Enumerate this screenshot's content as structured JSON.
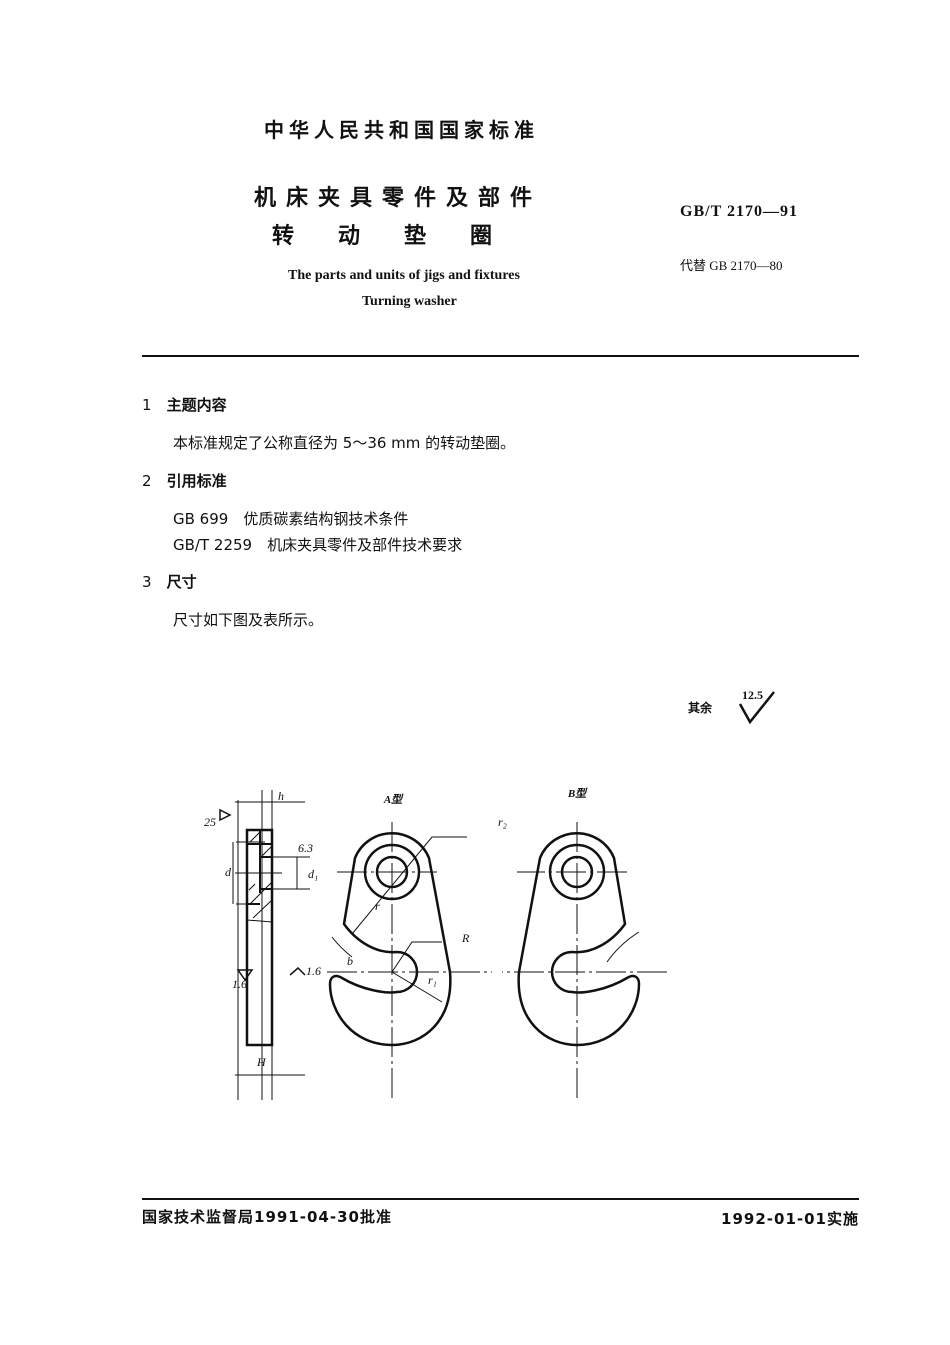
{
  "header": {
    "country_standard": "中华人民共和国国家标准",
    "title_line1": "机床夹具零件及部件",
    "title_line2": "转动垫圈",
    "title_en_line1": "The parts and units of jigs and fixtures",
    "title_en_line2": "Turning washer",
    "standard_no": "GB/T 2170—91",
    "replaces": "代替 GB 2170—80"
  },
  "sections": [
    {
      "num": "1",
      "title": "主题内容",
      "lines": [
        "本标准规定了公称直径为 5～36 mm 的转动垫圈。"
      ]
    },
    {
      "num": "2",
      "title": "引用标准",
      "lines": [
        "GB 699　优质碳素结构钢技术条件",
        "GB/T 2259　机床夹具零件及部件技术要求"
      ]
    },
    {
      "num": "3",
      "title": "尺寸",
      "lines": [
        "尺寸如下图及表所示。"
      ]
    }
  ],
  "drawing": {
    "roughness_rest_label": "其余",
    "roughness_rest_value": "12.5",
    "type_a": "A型",
    "type_b": "B型",
    "labels": {
      "h": "h",
      "d": "d",
      "d1": "d₁",
      "H": "H",
      "r": "r",
      "r1": "r₁",
      "r2": "r₂",
      "R": "R",
      "b": "b",
      "ra25": "25",
      "ra63": "6.3",
      "ra16_left": "1.6",
      "ra16_right": "1.6"
    }
  },
  "footer": {
    "approved": "国家技术监督局1991-04-30批准",
    "effective": "1992-01-01实施"
  }
}
